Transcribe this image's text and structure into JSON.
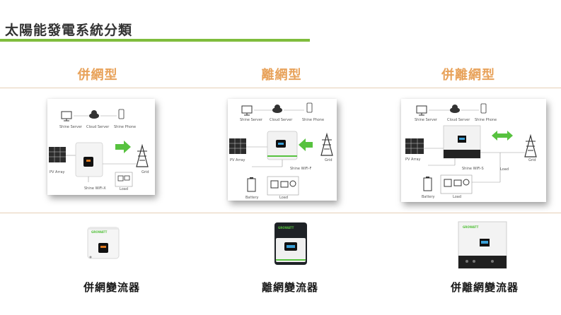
{
  "page_title": "太陽能發電系統分類",
  "accent_color": "#7fbd3d",
  "heading_color": "#e8a25a",
  "columns": [
    {
      "title": "併網型",
      "product_label": "併網變流器",
      "diagram": {
        "server": "Shine Server",
        "cloud": "Cloud Server",
        "phone": "Shine Phone",
        "pv": "PV Array",
        "grid": "Grid",
        "wifi": "Shine WiFi-X",
        "load": "Load"
      }
    },
    {
      "title": "離網型",
      "product_label": "離網變流器",
      "diagram": {
        "server": "Shine Server",
        "cloud": "Cloud Server",
        "phone": "Shine Phone",
        "pv": "PV Array",
        "grid": "Grid",
        "wifi": "Shine WiFi-F",
        "battery": "Battery",
        "load": "Load"
      }
    },
    {
      "title": "併離網型",
      "product_label": "併離網變流器",
      "diagram": {
        "server": "Shine Server",
        "cloud": "Cloud Server",
        "phone": "Shine Phone",
        "pv": "PV Array",
        "grid": "Grid",
        "wifi": "Shine WiFi-S",
        "battery": "Battery",
        "load": "Load"
      }
    }
  ],
  "brand_text": "GROWATT"
}
